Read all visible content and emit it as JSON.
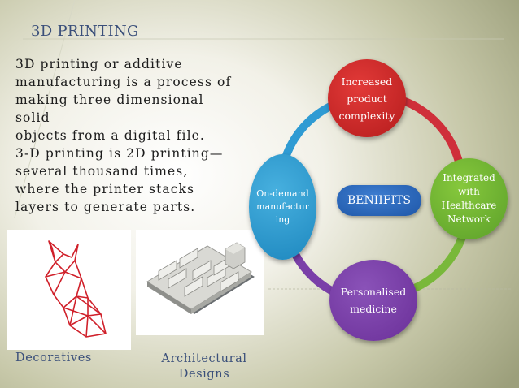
{
  "slide": {
    "title": "3D PRINTING",
    "paragraph1": "3D printing or additive\nmanufacturing is a process of\nmaking three dimensional solid\nobjects from a digital file.",
    "paragraph2": "3-D printing is 2D printing—\nseveral thousand times,\nwhere the printer stacks\nlayers to generate parts.",
    "captions": {
      "decoratives": "Decoratives",
      "architectural": "Architectural\nDesigns"
    }
  },
  "diagram": {
    "center": "BENIIFITS",
    "nodes": {
      "top": "Increased\nproduct\ncomplexity",
      "right": "Integrated\nwith\nHealthcare\nNetwork",
      "bottom": "Personalised\nmedicine",
      "left": "On-demand\nmanufactur\ning"
    },
    "colors": {
      "top": "#d2302f",
      "right": "#72b534",
      "bottom": "#7a3fa8",
      "left": "#2f9bd3",
      "center": "#2a66b8",
      "title": "#3a4f7a"
    }
  },
  "images": {
    "decoratives": "red-wireframe-head-model",
    "architectural": "3d-printed-building-model"
  }
}
